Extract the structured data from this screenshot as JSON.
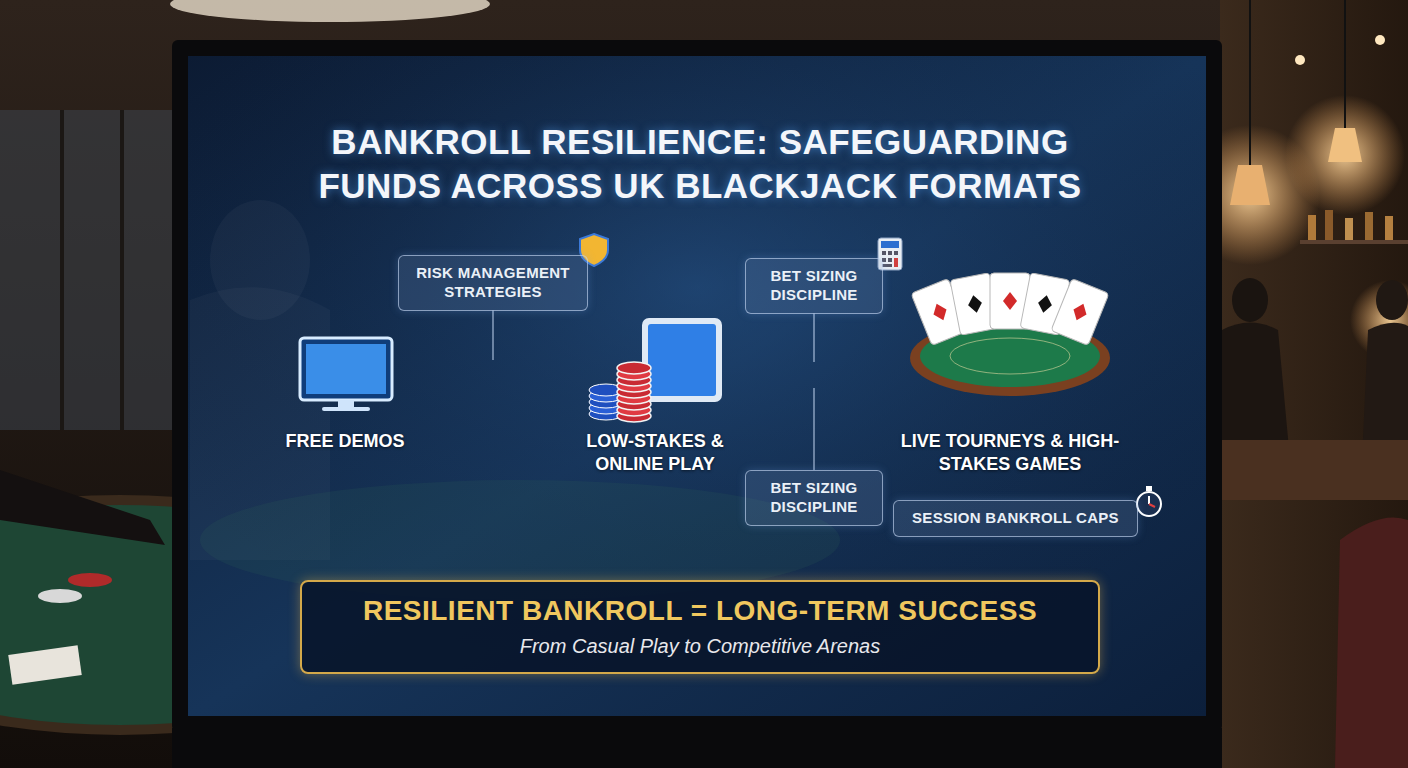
{
  "diagram": {
    "title": "BANKROLL RESILIENCE: SAFEGUARDING FUNDS ACROSS UK BLACKJACK FORMATS",
    "nodes": [
      {
        "text": [
          "FREE DEMOS"
        ]
      },
      {
        "text": [
          "RISK MANAGEMENT STRATEGIES"
        ]
      },
      {
        "text": [
          "LOW-STAKES & ONLINE PLAY"
        ]
      },
      {
        "text": [
          "BET SIZING DISCIPLINE"
        ]
      },
      {
        "text": [
          "BET SIZING DISCIPLINE"
        ]
      },
      {
        "text": [
          "LIVE TOURNEYS & HIGH-STAKES GAMES"
        ]
      },
      {
        "text": [
          "SESSION BANKROLL CAPS"
        ]
      },
      {
        "text": [
          "RESILIENT BANKROLL = LONG-TERM SUCCESS",
          "From Casual Play to Competitive Arenas"
        ]
      }
    ],
    "edges": [
      {
        "from": 0,
        "to": 2,
        "arrow": "to"
      },
      {
        "from": 2,
        "to": 5,
        "arrow": "to"
      }
    ]
  }
}
